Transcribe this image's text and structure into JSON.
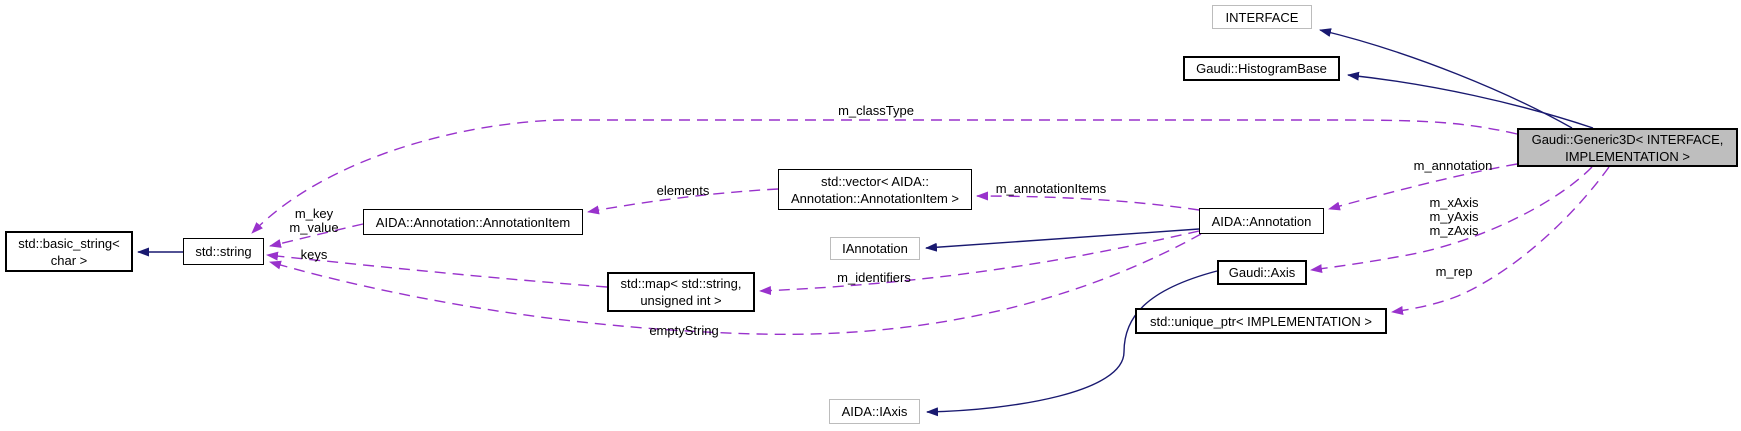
{
  "diagram": {
    "colors": {
      "background": "#ffffff",
      "inheritance_edge": "#191970",
      "usage_edge": "#9932cc",
      "node_border": "#000000",
      "muted_node_border": "#bcbcbc",
      "selected_node_fill": "#bebebe"
    },
    "nodes": {
      "interface": {
        "label": "INTERFACE"
      },
      "histogram_base": {
        "label": "Gaudi::HistogramBase"
      },
      "generic3d": {
        "line1": "Gaudi::Generic3D< INTERFACE,",
        "line2": "IMPLEMENTATION >"
      },
      "vector": {
        "line1": "std::vector< AIDA::",
        "line2": "Annotation::AnnotationItem >"
      },
      "annotation": {
        "label": "AIDA::Annotation"
      },
      "iannotation": {
        "label": "IAnnotation"
      },
      "annotation_item": {
        "label": "AIDA::Annotation::AnnotationItem"
      },
      "string": {
        "label": "std::string"
      },
      "basic_string": {
        "line1": "std::basic_string<",
        "line2": "char >"
      },
      "map": {
        "line1": "std::map< std::string,",
        "line2": "unsigned int >"
      },
      "axis": {
        "label": "Gaudi::Axis"
      },
      "unique_ptr": {
        "label": "std::unique_ptr< IMPLEMENTATION >"
      },
      "iaxis": {
        "label": "AIDA::IAxis"
      }
    },
    "edge_labels": {
      "m_classType": "m_classType",
      "m_annotation": "m_annotation",
      "m_xAxis": "m_xAxis",
      "m_yAxis": "m_yAxis",
      "m_zAxis": "m_zAxis",
      "m_rep": "m_rep",
      "m_annotationItems": "m_annotationItems",
      "elements": "elements",
      "m_key": "m_key",
      "m_value": "m_value",
      "keys": "keys",
      "m_identifiers": "m_identifiers",
      "emptyString": "emptyString"
    }
  }
}
